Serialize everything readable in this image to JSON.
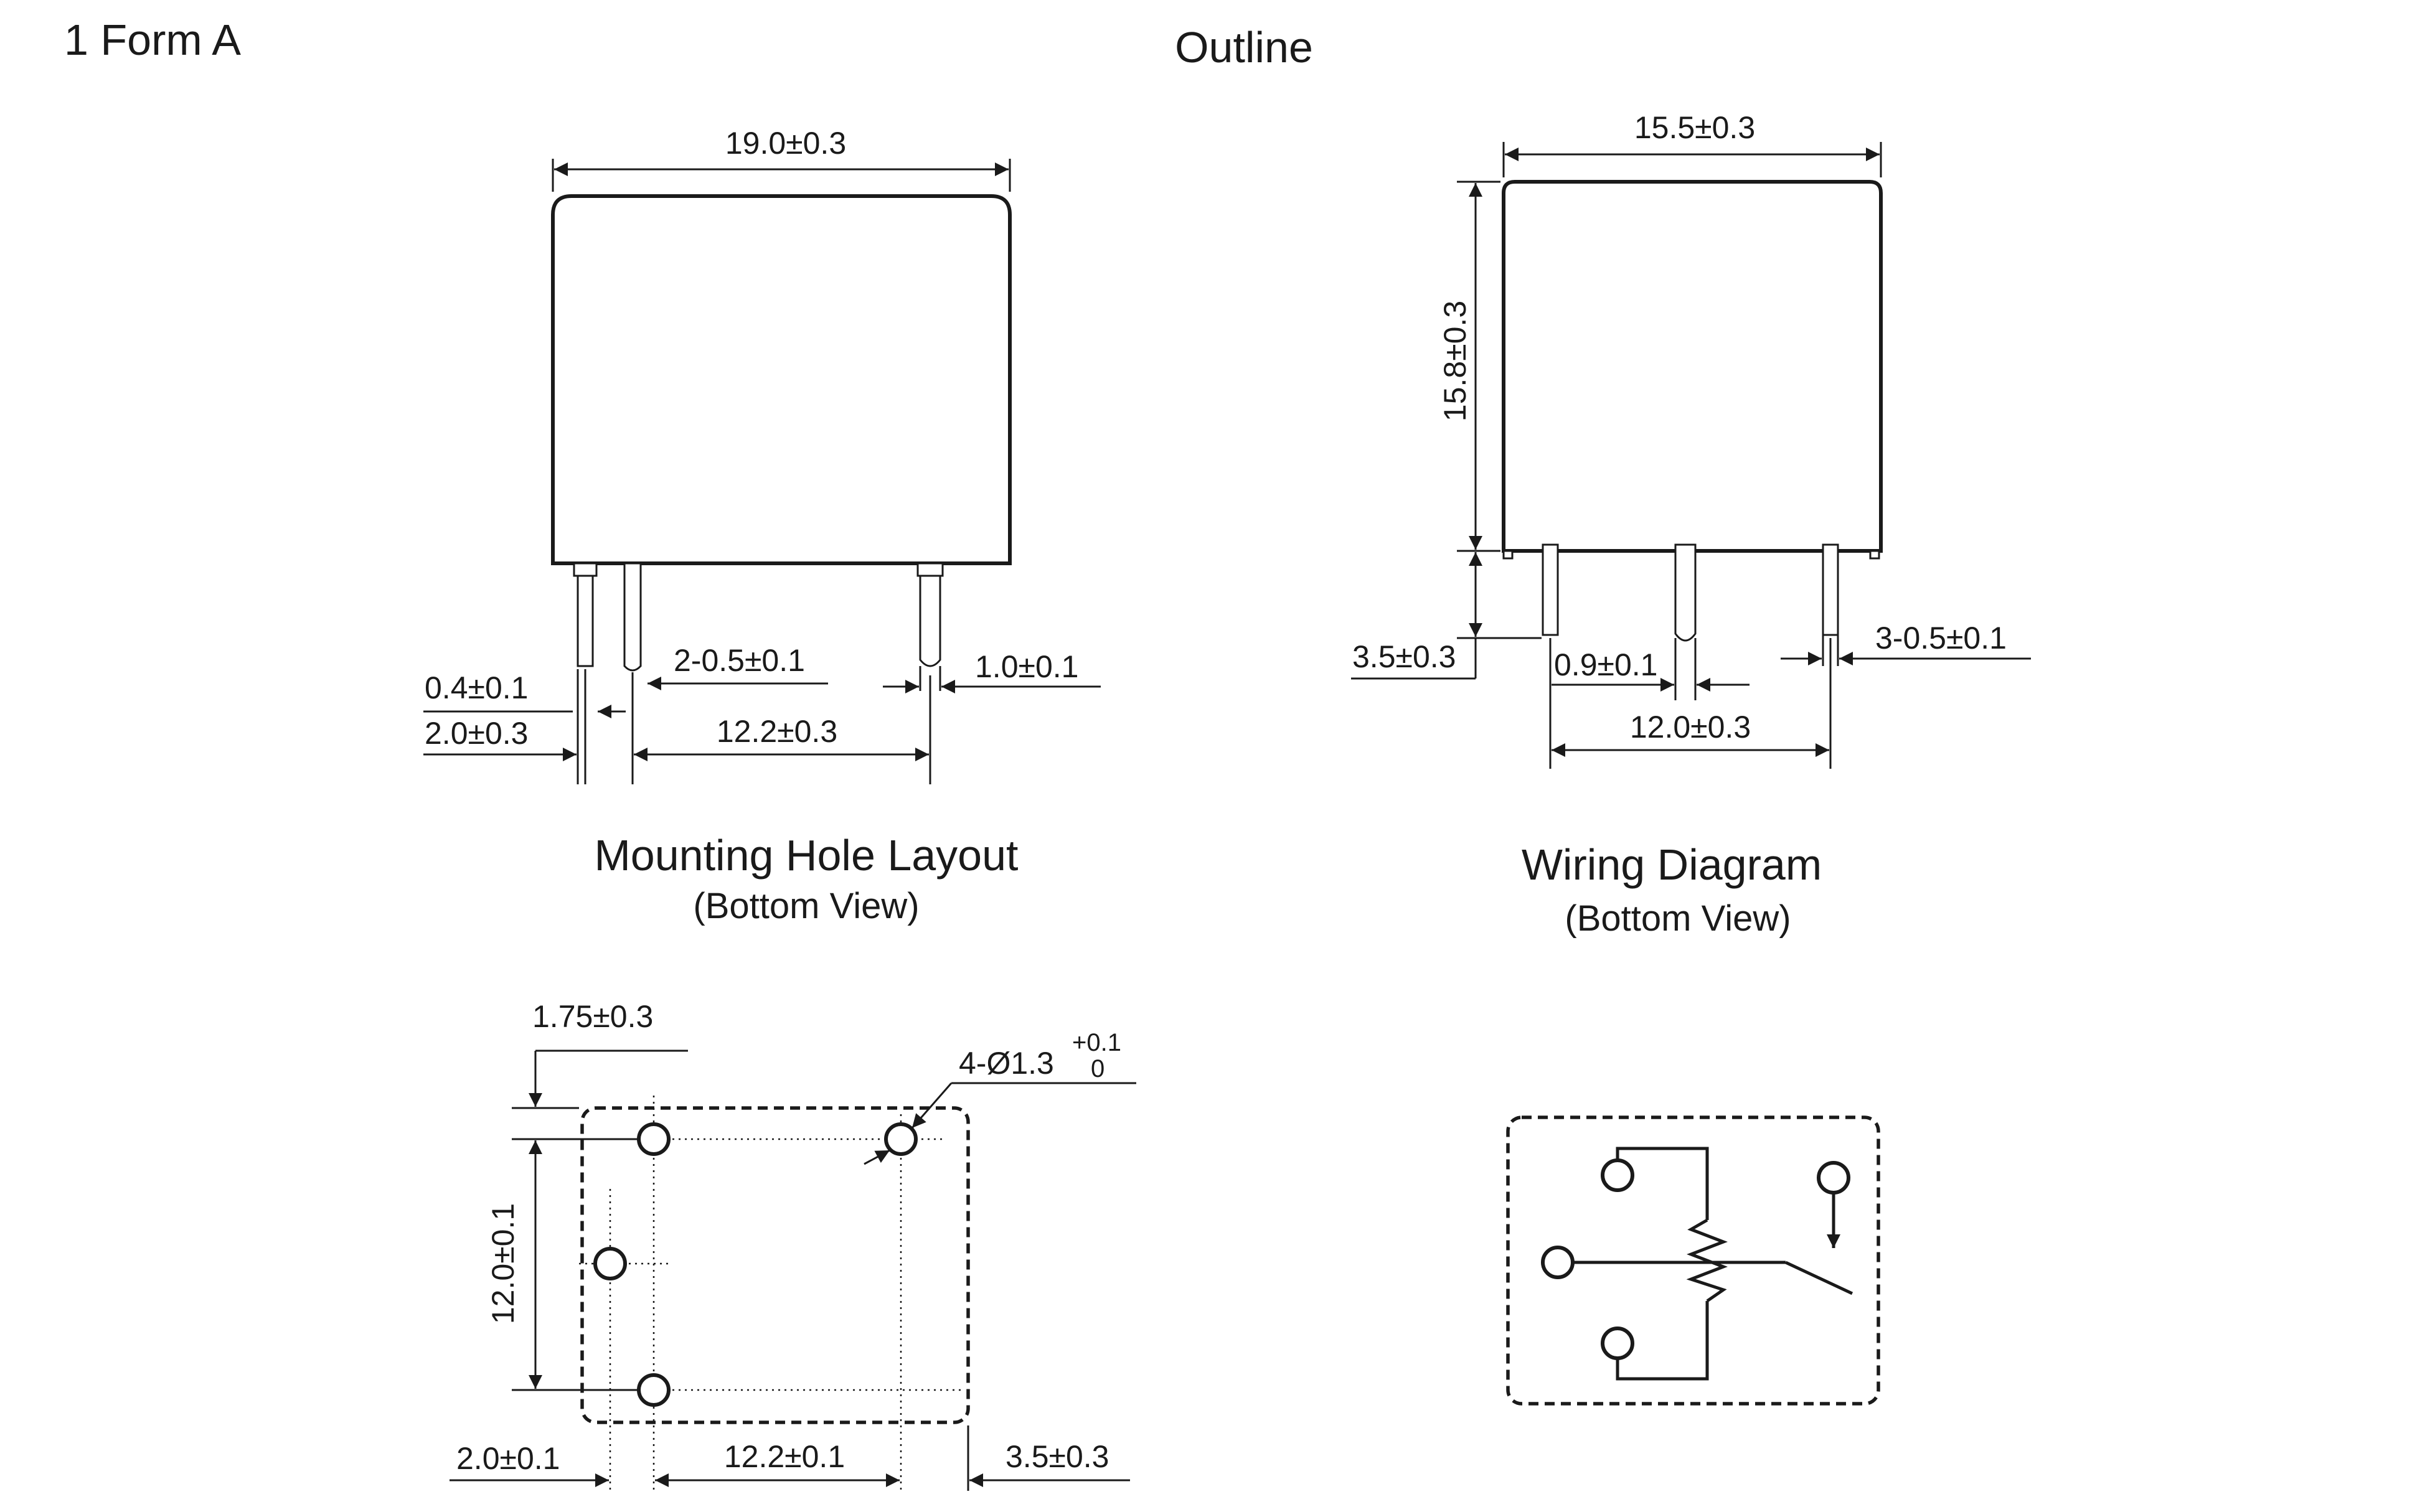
{
  "page": {
    "form_label": "1 Form A",
    "outline_title": "Outline"
  },
  "front_view": {
    "width_dim": "19.0±0.3",
    "pin_dim_1": "0.4±0.1",
    "pin_dim_2": "2.0±0.3",
    "pin_dim_3": "2-0.5±0.1",
    "pin_dim_4": "12.2±0.3",
    "pin_dim_5": "1.0±0.1"
  },
  "side_view": {
    "width_dim": "15.5±0.3",
    "height_dim": "15.8±0.3",
    "pin_length_dim": "3.5±0.3",
    "pin_dim_1": "0.9±0.1",
    "pin_dim_2": "3-0.5±0.1",
    "pin_pitch_dim": "12.0±0.3"
  },
  "mounting": {
    "title": "Mounting Hole Layout",
    "subtitle": "(Bottom View)",
    "top_offset_dim": "1.75±0.3",
    "hole_dim_main": "4-Ø1.3",
    "hole_tol_upper": "+0.1",
    "hole_tol_lower": "0",
    "vertical_dim": "12.0±0.1",
    "left_dim": "2.0±0.1",
    "pitch_dim": "12.2±0.1",
    "right_dim": "3.5±0.3"
  },
  "wiring": {
    "title": "Wiring Diagram",
    "subtitle": "(Bottom View)"
  },
  "colors": {
    "ink": "#1a1a1a",
    "background": "#ffffff"
  }
}
